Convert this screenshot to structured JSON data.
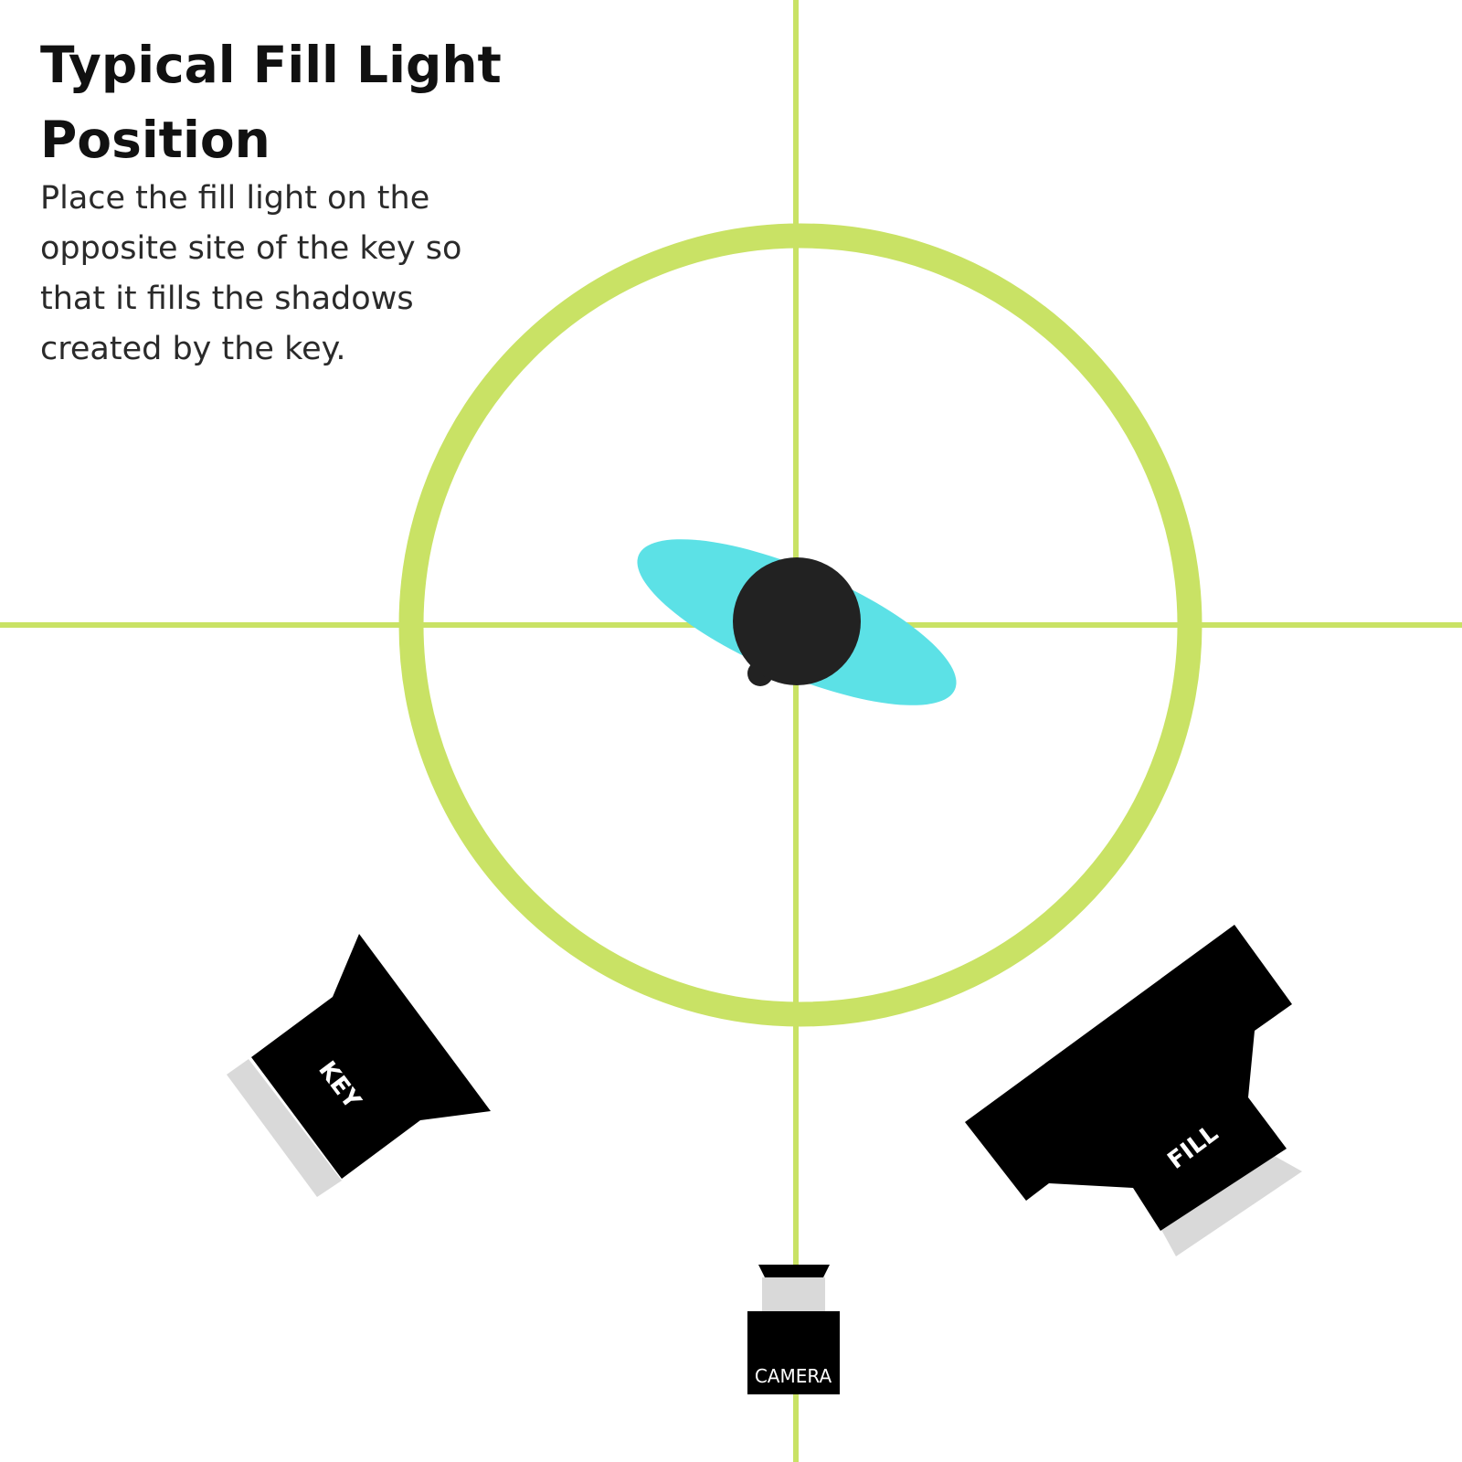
{
  "title": "Typical Fill Light Position",
  "description": "Place the fill light on the opposite site of the key so that it fills the shadows created by the key.",
  "labels": {
    "key": "KEY",
    "fill": "FILL",
    "camera": "CAMERA"
  },
  "colors": {
    "guide_green": "#c9e265",
    "subject_cyan": "#5ce1e6",
    "subject_head": "#222222",
    "light_body": "#000000",
    "light_diffuser": "#d9d9d9",
    "label_text": "#ffffff"
  }
}
